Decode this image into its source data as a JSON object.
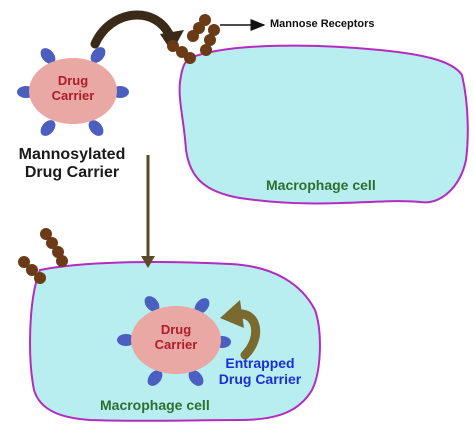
{
  "labels": {
    "top_carrier_line1": "Drug",
    "top_carrier_line2": "Carrier",
    "mannosylated_line1": "Mannosylated",
    "mannosylated_line2": "Drug Carrier",
    "mannose_receptors": "Mannose Receptors",
    "macrophage_top": "Macrophage cell",
    "inner_carrier_line1": "Drug",
    "inner_carrier_line2": "Carrier",
    "entrapped_line1": "Entrapped",
    "entrapped_line2": "Drug Carrier",
    "macrophage_bottom": "Macrophage cell"
  },
  "colors": {
    "cell_fill": "#b8eef0",
    "cell_outline": "#b52bbf",
    "carrier_fill": "#e9a8a3",
    "carrier_text": "#b01c2c",
    "ligand": "#4a5fbf",
    "receptor": "#6b3b18",
    "cell_label": "#2f6e2f",
    "entrapped_label": "#1d2ed6"
  }
}
